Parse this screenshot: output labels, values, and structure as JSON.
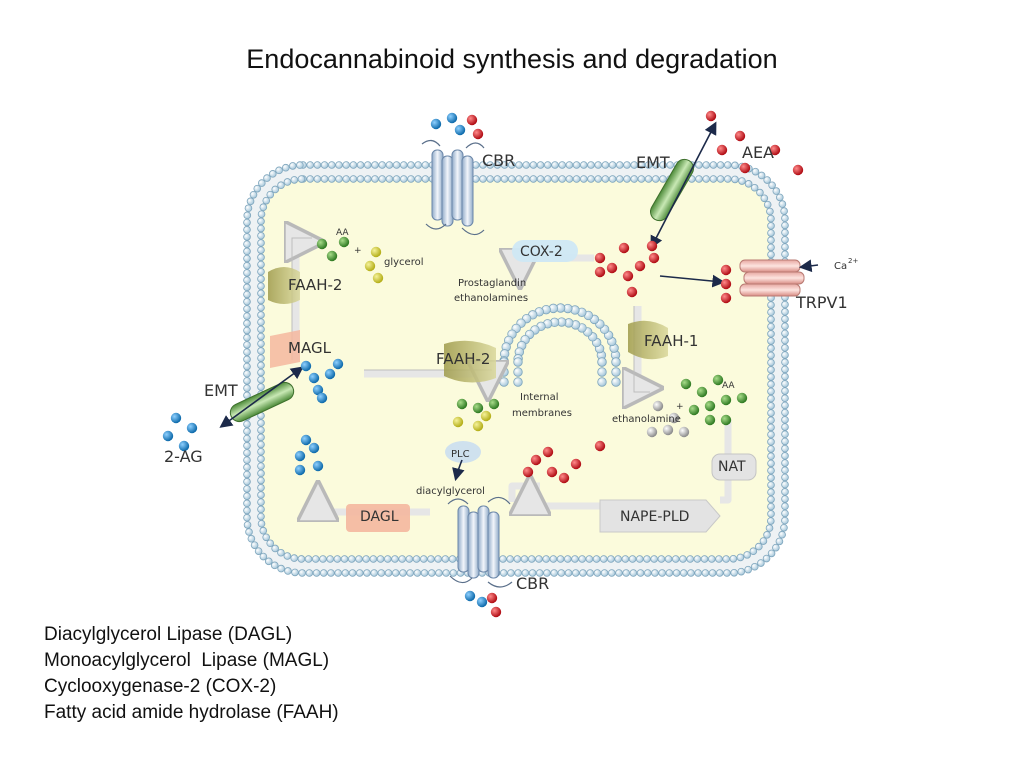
{
  "title": "Endocannabinoid synthesis and degradation",
  "diagram": {
    "labels": {
      "cbr_top": "CBR",
      "cbr_bottom": "CBR",
      "emt_top": "EMT",
      "emt_left": "EMT",
      "aea": "AEA",
      "ca": "Ca",
      "ca_sup": "2+",
      "trpv1": "TRPV1",
      "cox2": "COX-2",
      "prostaglandin_1": "Prostaglandin",
      "prostaglandin_2": "ethanolamines",
      "aa_top": "AA",
      "plus_top": "+",
      "glycerol": "glycerol",
      "faah2_left": "FAAH-2",
      "magl": "MAGL",
      "two_ag": "2-AG",
      "faah2_mid": "FAAH-2",
      "faah1": "FAAH-1",
      "aa_right": "AA",
      "plus_right": "+",
      "ethanolamine": "ethanolamine",
      "internal_1": "Internal",
      "internal_2": "membranes",
      "plc": "PLC",
      "diacylglycerol": "diacylglycerol",
      "nat": "NAT",
      "dagl": "DAGL",
      "nape_pld": "NAPE-PLD"
    }
  },
  "colors": {
    "aea_red": "#c0141c",
    "two_ag_blue": "#1a7fc0",
    "aa_green": "#3f8a2c",
    "glycerol_yellow": "#c8c42a",
    "ethanolamine_gray": "#a0a0a0",
    "cytoplasm": "#fbfbdc",
    "membrane_head": "#cfe4ef",
    "transporter_green": "#6aa84f"
  },
  "legend": [
    "Diacylglycerol Lipase (DAGL)",
    "Monoacylglycerol  Lipase (MAGL)",
    "Cyclooxygenase-2 (COX-2)",
    "Fatty acid amide hydrolase (FAAH)"
  ]
}
